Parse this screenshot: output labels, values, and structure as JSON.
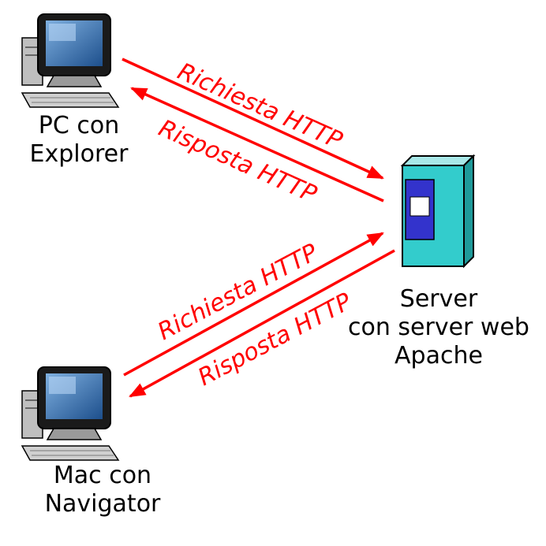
{
  "colors": {
    "arrow": "#ff0000",
    "server_body": "#33cccc",
    "screen": "#3333cc"
  },
  "nodes": {
    "pc": {
      "line1": "PC con",
      "line2": "Explorer",
      "icon": "desktop-computer-icon"
    },
    "mac": {
      "line1": "Mac con",
      "line2": "Navigator",
      "icon": "desktop-computer-icon"
    },
    "server": {
      "line1": "Server",
      "line2": "con server web",
      "line3": "Apache",
      "icon": "server-tower-icon"
    }
  },
  "links": {
    "pc_request": "Richiesta HTTP",
    "pc_response": "Risposta HTTP",
    "mac_request": "Richiesta HTTP",
    "mac_response": "Risposta HTTP"
  }
}
